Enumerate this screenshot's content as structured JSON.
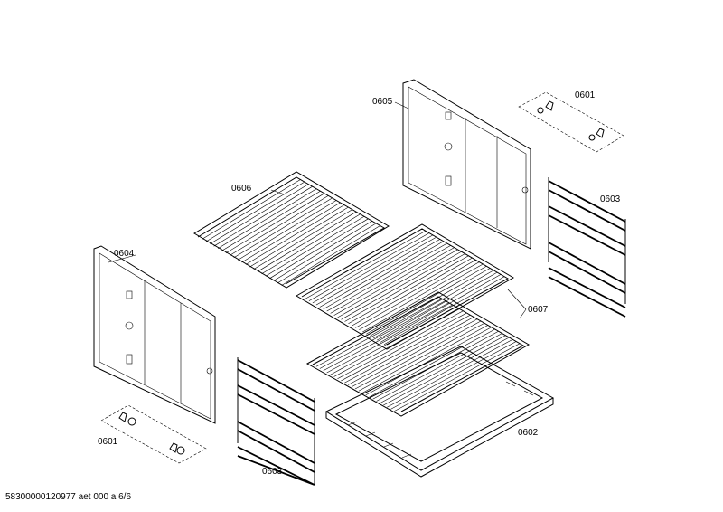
{
  "labels": {
    "p0601_top": "0601",
    "p0605": "0605",
    "p0606": "0606",
    "p0603_right": "0603",
    "p0604": "0604",
    "p0607": "0607",
    "p0601_bottom": "0601",
    "p0602": "0602",
    "p0603_bottom": "0603"
  },
  "footer": "58300000120977 aet 000 a 6/6"
}
